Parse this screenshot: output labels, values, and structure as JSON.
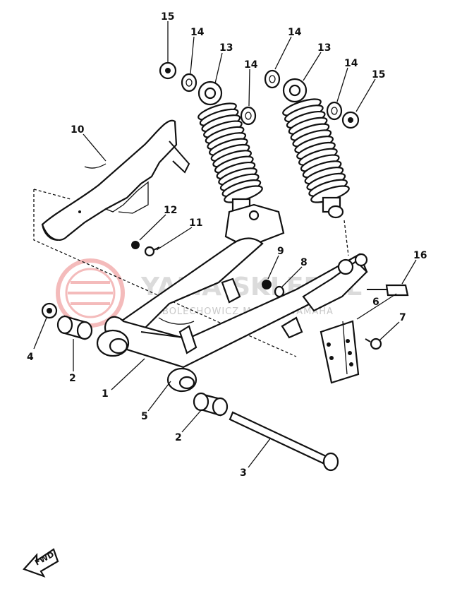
{
  "watermark": {
    "title": "YAMA-SKLEP.PL",
    "subtitle": "BOLECHOWICZ  MOTORS  YAMAHA",
    "logo_color": "#e04040"
  },
  "fwd_label": "FWD",
  "callouts": [
    {
      "id": "c15a",
      "text": "15"
    },
    {
      "id": "c14a",
      "text": "14"
    },
    {
      "id": "c13a",
      "text": "13"
    },
    {
      "id": "c14b",
      "text": "14"
    },
    {
      "id": "c14c",
      "text": "14"
    },
    {
      "id": "c13b",
      "text": "13"
    },
    {
      "id": "c14d",
      "text": "14"
    },
    {
      "id": "c15b",
      "text": "15"
    },
    {
      "id": "c10",
      "text": "10"
    },
    {
      "id": "c12",
      "text": "12"
    },
    {
      "id": "c11",
      "text": "11"
    },
    {
      "id": "c9",
      "text": "9"
    },
    {
      "id": "c8",
      "text": "8"
    },
    {
      "id": "c16",
      "text": "16"
    },
    {
      "id": "c6",
      "text": "6"
    },
    {
      "id": "c7",
      "text": "7"
    },
    {
      "id": "c4",
      "text": "4"
    },
    {
      "id": "c2a",
      "text": "2"
    },
    {
      "id": "c1",
      "text": "1"
    },
    {
      "id": "c5",
      "text": "5"
    },
    {
      "id": "c2b",
      "text": "2"
    },
    {
      "id": "c3",
      "text": "3"
    }
  ]
}
